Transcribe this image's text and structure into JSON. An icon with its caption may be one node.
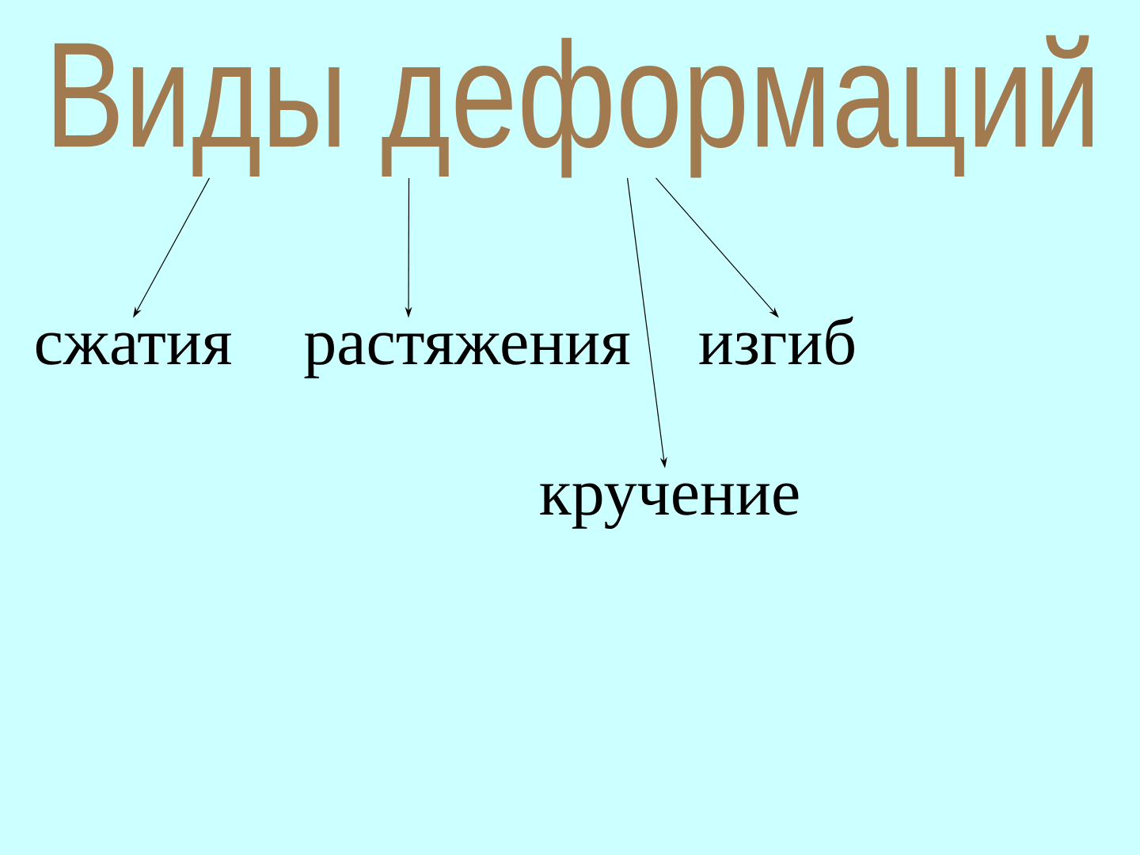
{
  "diagram": {
    "nodes": [
      {
        "text": [
          "Виды деформаций"
        ]
      },
      {
        "text": [
          "сжатия"
        ]
      },
      {
        "text": [
          "растяжения"
        ]
      },
      {
        "text": [
          "изгиб"
        ]
      },
      {
        "text": [
          "кручение"
        ]
      }
    ],
    "edges": [
      {
        "from": 0,
        "to": 1,
        "arrow": "to"
      },
      {
        "from": 0,
        "to": 2,
        "arrow": "to"
      },
      {
        "from": 0,
        "to": 4,
        "arrow": "to"
      },
      {
        "from": 0,
        "to": 3,
        "arrow": "to"
      }
    ]
  }
}
